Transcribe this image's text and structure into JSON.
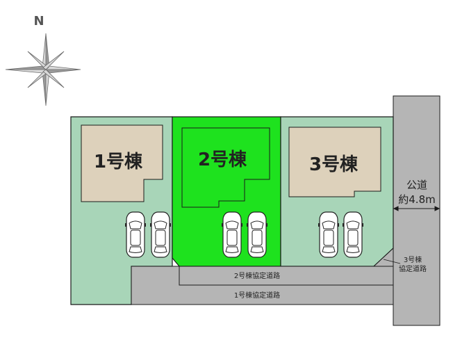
{
  "compass": {
    "north_label": "N"
  },
  "buildings": [
    {
      "id": 1,
      "label": "1号棟",
      "highlighted": false
    },
    {
      "id": 2,
      "label": "2号棟",
      "highlighted": true
    },
    {
      "id": 3,
      "label": "3号棟",
      "highlighted": false
    }
  ],
  "roads": {
    "public_road": {
      "line1": "公道",
      "line2": "約4.8m"
    },
    "road_building_2": "2号棟協定道路",
    "road_building_1": "1号棟協定道路",
    "road_building_3": {
      "line1": "3号棟",
      "line2": "協定道路"
    }
  },
  "parking": {
    "cars_per_lot": 2
  },
  "colors": {
    "lot_default": "#a8d5b8",
    "lot_highlight": "#1ee21e",
    "house_fill": "#ddd1bb",
    "road_fill": "#b5b5b5",
    "outline": "#1a1a1a",
    "compass": "#8a8a8a"
  }
}
